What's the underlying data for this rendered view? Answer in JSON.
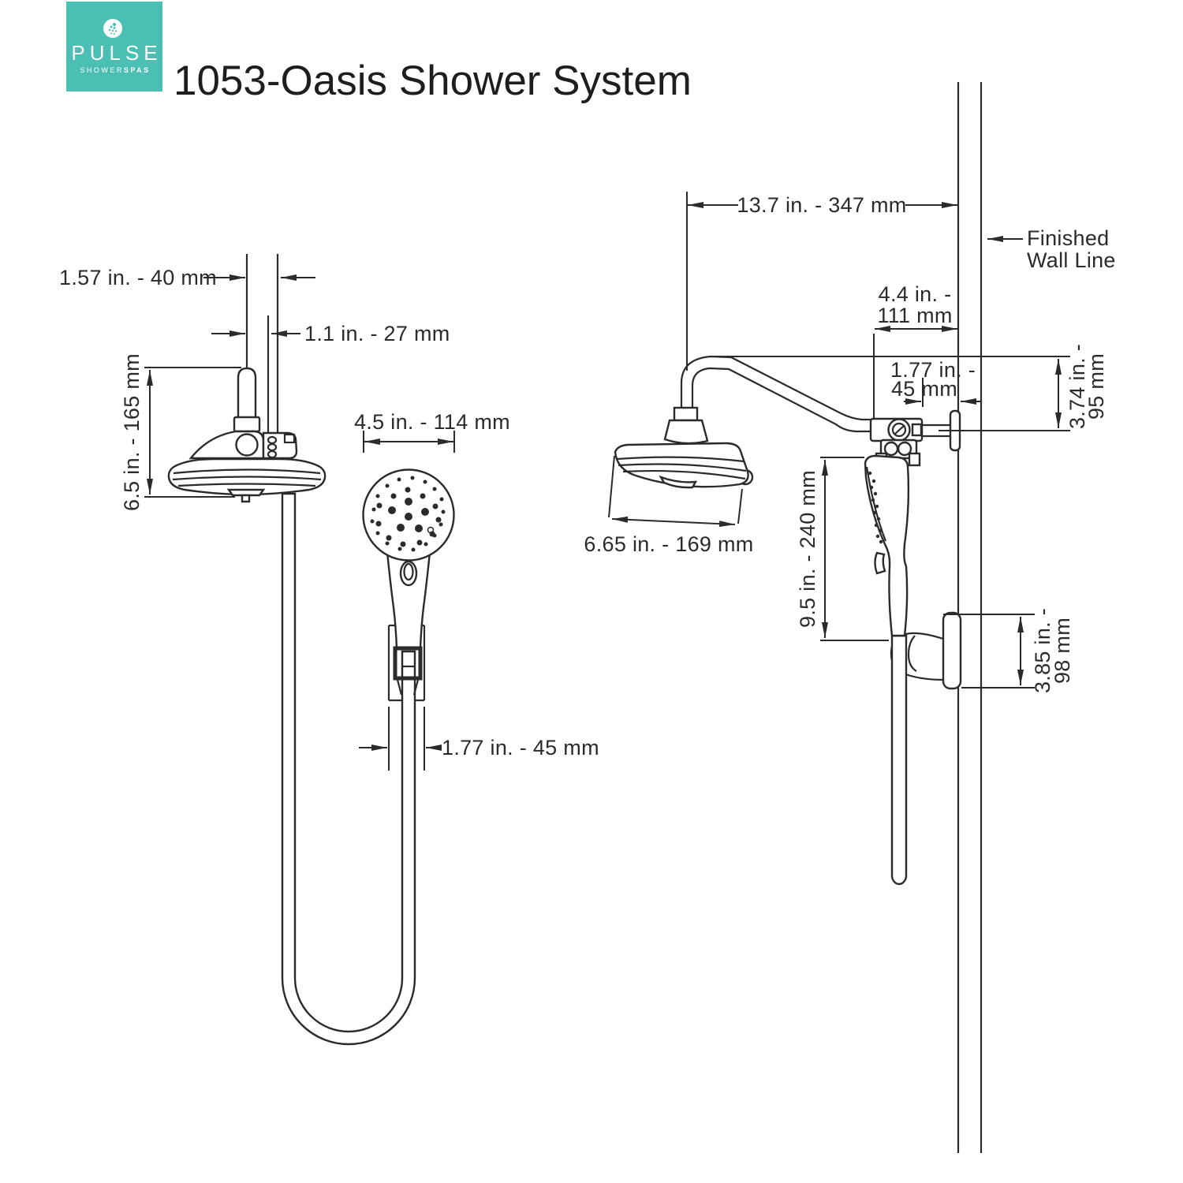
{
  "header": {
    "logo": {
      "brand": "PULSE",
      "sub_light": "SHOWER",
      "sub_bold": "SPAS",
      "bg_color": "#4BBFB4"
    },
    "title": "1053-Oasis Shower System"
  },
  "diagram": {
    "front_view": {
      "dim_pipe_width": "1.57 in. - 40 mm",
      "dim_hose_offset": "1.1 in. - 27 mm",
      "dim_head_height": "6.5 in. - 165 mm",
      "dim_hand_shower_width": "4.5 in. - 114 mm",
      "dim_bracket_width": "1.77 in. - 45 mm"
    },
    "side_view": {
      "dim_arm_reach": "13.7 in. - 347 mm",
      "finished_wall_line_1": "Finished",
      "finished_wall_line_2": "Wall Line",
      "dim_head_to_wall_1": "4.4 in. -",
      "dim_head_to_wall_2": "111 mm",
      "dim_mount_offset_1": "1.77 in. -",
      "dim_mount_offset_2": "45 mm",
      "dim_arm_drop_1": "3.74 in. -",
      "dim_arm_drop_2": "95 mm",
      "dim_head_width": "6.65 in. - 169 mm",
      "dim_hand_shower_height": "9.5 in. - 240 mm",
      "dim_holder_height_1": "3.85 in. -",
      "dim_holder_height_2": "98 mm"
    }
  }
}
